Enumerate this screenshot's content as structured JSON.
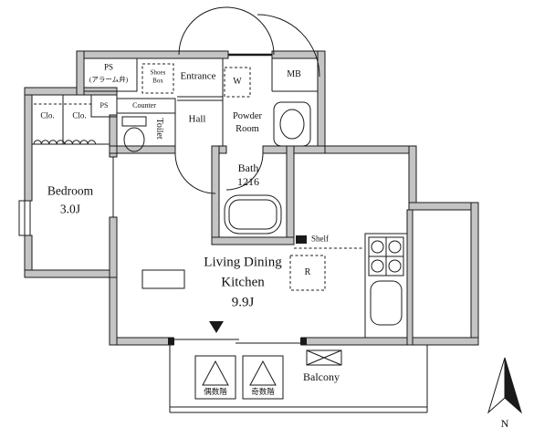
{
  "plan_title": "apartment-floor-plan",
  "rooms": {
    "ps_top": {
      "name": "PS",
      "note": "(アラーム弁)"
    },
    "shoes_box": {
      "line1": "Shoes",
      "line2": "Box"
    },
    "entrance": "Entrance",
    "washer": "W",
    "meter_box": "MB",
    "ps_small": "PS",
    "counter": "Counter",
    "toilet": "Toilet",
    "hall": "Hall",
    "powder_room": {
      "line1": "Powder",
      "line2": "Room"
    },
    "closet_left": "Clo.",
    "closet_right": "Clo.",
    "bedroom": {
      "name": "Bedroom",
      "size": "3.0J"
    },
    "bath": {
      "name": "Bath",
      "size": "1216"
    },
    "shelf": "Shelf",
    "refrigerator": "R",
    "ldk": {
      "line1": "Living Dining",
      "line2": "Kitchen",
      "size": "9.9J"
    },
    "balcony": "Balcony",
    "hatch_even": "偶数階",
    "hatch_odd": "奇数階"
  },
  "compass": {
    "north": "N"
  },
  "colors": {
    "wall_fill": "#c4c4c4",
    "line": "#1a1a1a",
    "background": "#ffffff"
  }
}
